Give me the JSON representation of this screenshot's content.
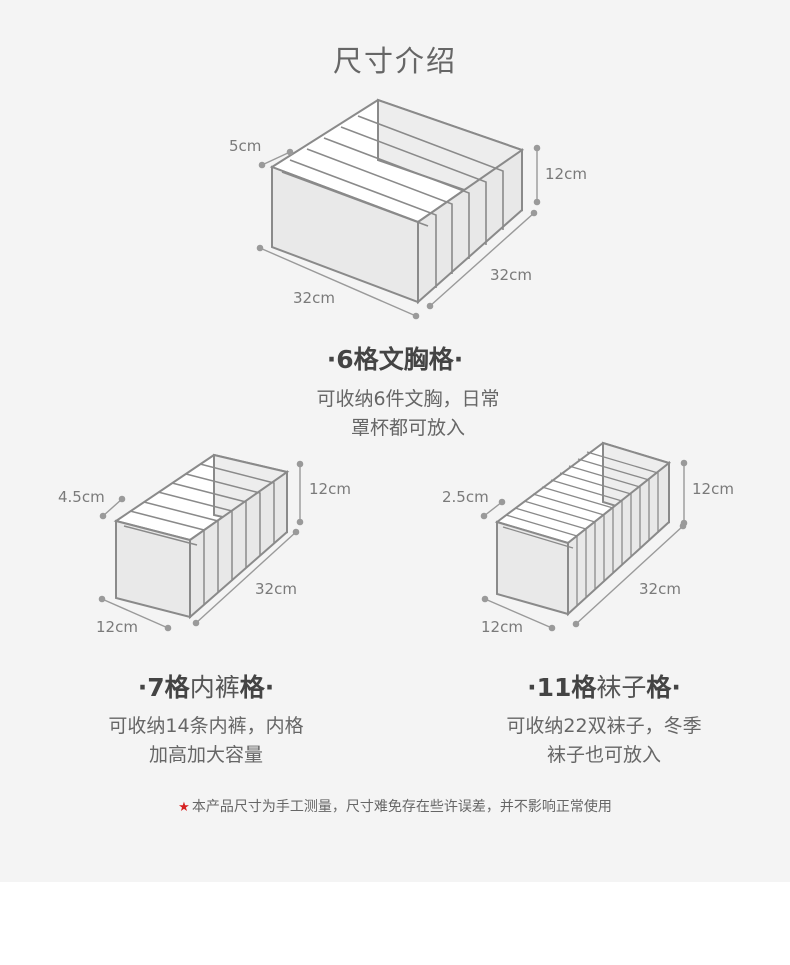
{
  "page_title": "尺寸介绍",
  "products": [
    {
      "heading_prefix": "·",
      "heading_count": "6格",
      "heading_name": "文胸格",
      "heading_suffix": "·",
      "desc_line1": "可收纳6件文胸，日常",
      "desc_line2": "罩杯都可放入",
      "dims": {
        "cell": "5cm",
        "height": "12cm",
        "depth": "32cm",
        "width": "32cm"
      }
    },
    {
      "heading_prefix": "·",
      "heading_count": "7格",
      "heading_name": "内裤",
      "heading_tail": "格",
      "heading_suffix": "·",
      "desc_line1": "可收纳14条内裤，内格",
      "desc_line2": "加高加大容量",
      "dims": {
        "cell": "4.5cm",
        "height": "12cm",
        "depth": "32cm",
        "width": "12cm"
      }
    },
    {
      "heading_prefix": "·",
      "heading_count": "11格",
      "heading_name": "袜子",
      "heading_tail": "格",
      "heading_suffix": "·",
      "desc_line1": "可收纳22双袜子，冬季",
      "desc_line2": "袜子也可放入",
      "dims": {
        "cell": "2.5cm",
        "height": "12cm",
        "depth": "32cm",
        "width": "12cm"
      }
    }
  ],
  "note": {
    "star": "★",
    "text": "本产品尺寸为手工测量，尺寸难免存在些许误差，并不影响正常使用"
  },
  "colors": {
    "panel": "#f4f4f4",
    "line": "#8a8a8a",
    "accent_star": "#d62020"
  }
}
